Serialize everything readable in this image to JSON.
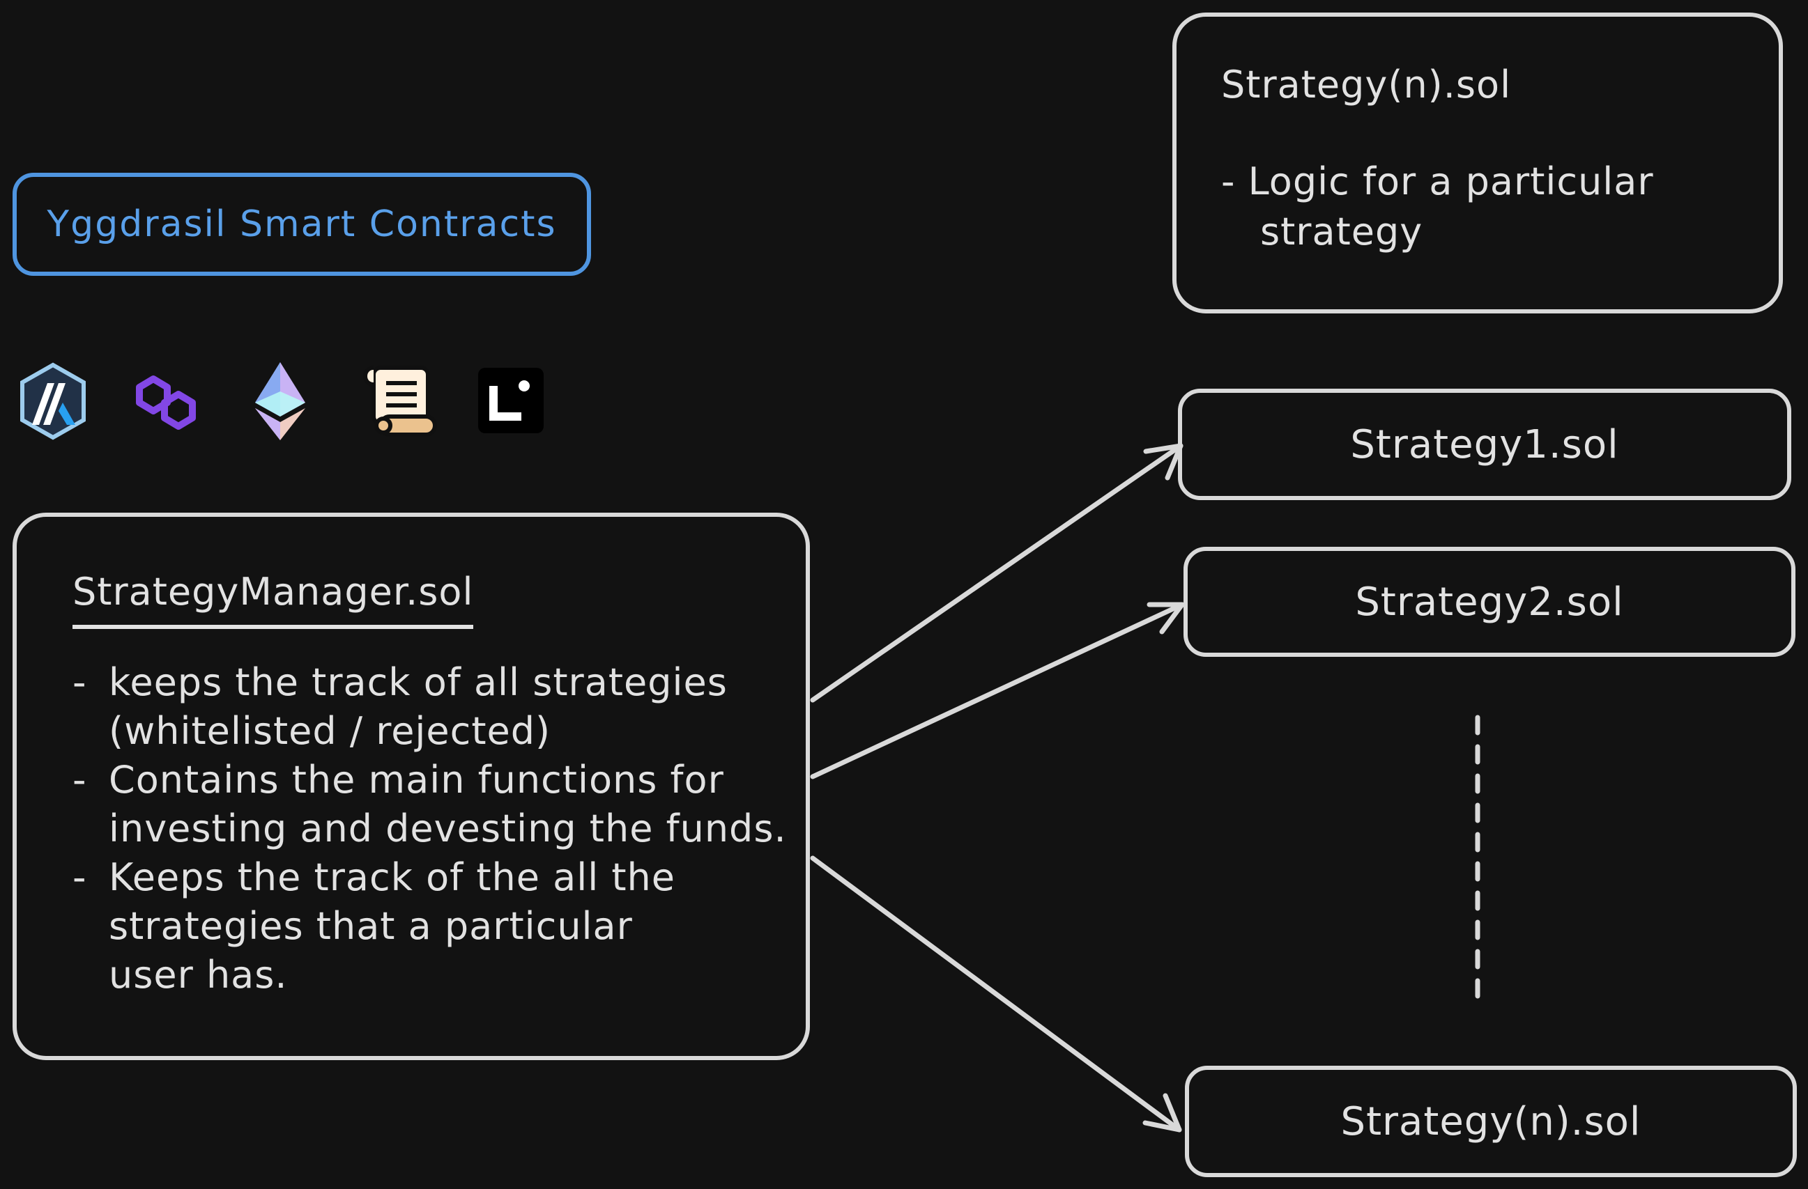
{
  "title": "Yggdrasil Smart Contracts",
  "logos": [
    "arbitrum-icon",
    "polygon-icon",
    "ethereum-icon",
    "scroll-icon",
    "linea-icon"
  ],
  "strategy_template": {
    "heading": "Strategy(n).sol",
    "desc_line1": "- Logic for a particular",
    "desc_line2": "strategy"
  },
  "manager": {
    "heading": "StrategyManager.sol",
    "line1": "keeps the track of all strategies",
    "line2": "(whitelisted / rejected)",
    "line3": "Contains the main functions for",
    "line4": "investing and devesting the funds.",
    "line5": "Keeps the track of the all the",
    "line6": "strategies that a particular",
    "line7": "user has."
  },
  "strategies": {
    "s1": "Strategy1.sol",
    "s2": "Strategy2.sol",
    "sn": "Strategy(n).sol"
  },
  "colors": {
    "background": "#121212",
    "stroke": "#d9d9d9",
    "accent": "#4f95e0"
  }
}
